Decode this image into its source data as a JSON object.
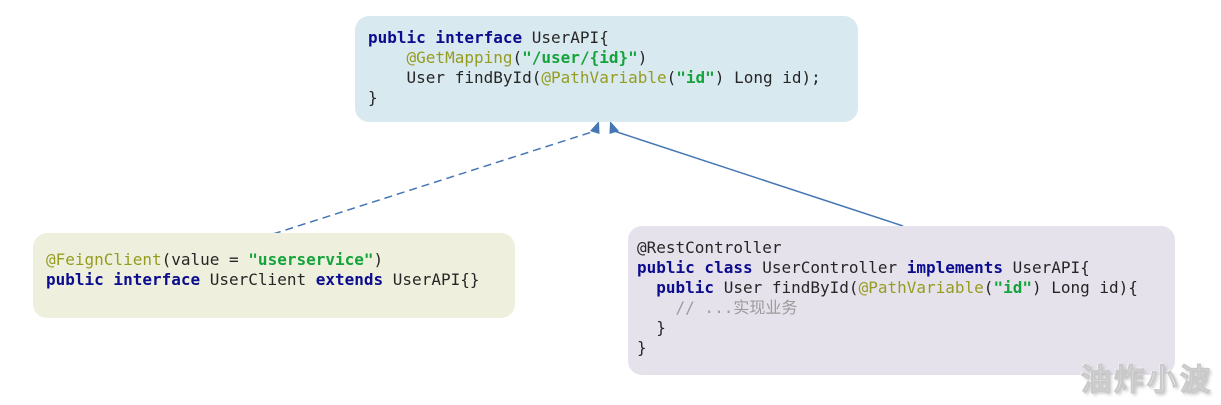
{
  "colors": {
    "api_box_bg": "#d9e9f0",
    "client_box_bg": "#eef0dd",
    "controller_box_bg": "#e6e2ec",
    "keyword": "#0c0c8e",
    "annotation": "#959c20",
    "string": "#15a33c",
    "plain": "#262626",
    "comment": "#9b9b9b",
    "arrow": "#4577b5"
  },
  "boxes": {
    "api": {
      "title": "UserAPI interface",
      "code_text": "public interface UserAPI{\n    @GetMapping(\"/user/{id}\")\n    User findById(@PathVariable(\"id\") Long id);\n}",
      "lines": [
        [
          {
            "s": "kw",
            "t": "public interface"
          },
          {
            "s": "pl",
            "t": " UserAPI{"
          }
        ],
        [
          {
            "s": "pl",
            "t": "    "
          },
          {
            "s": "an",
            "t": "@GetMapping"
          },
          {
            "s": "pl",
            "t": "("
          },
          {
            "s": "st",
            "t": "\"/user/{id}\""
          },
          {
            "s": "pl",
            "t": ")"
          }
        ],
        [
          {
            "s": "pl",
            "t": "    User findById("
          },
          {
            "s": "an",
            "t": "@PathVariable"
          },
          {
            "s": "pl",
            "t": "("
          },
          {
            "s": "st",
            "t": "\"id\""
          },
          {
            "s": "pl",
            "t": ") Long id);"
          }
        ],
        [
          {
            "s": "pl",
            "t": "}"
          }
        ]
      ]
    },
    "client": {
      "title": "UserClient feign interface",
      "code_text": "@FeignClient(value = \"userservice\")\npublic interface UserClient extends UserAPI{}",
      "lines": [
        [
          {
            "s": "an",
            "t": "@FeignClient"
          },
          {
            "s": "pl",
            "t": "(value = "
          },
          {
            "s": "st",
            "t": "\"userservice\""
          },
          {
            "s": "pl",
            "t": ")"
          }
        ],
        [
          {
            "s": "kw",
            "t": "public interface"
          },
          {
            "s": "pl",
            "t": " UserClient "
          },
          {
            "s": "kw",
            "t": "extends"
          },
          {
            "s": "pl",
            "t": " UserAPI{}"
          }
        ]
      ]
    },
    "controller": {
      "title": "UserController class",
      "code_text": "@RestController\npublic class UserController implements UserAPI{\n  public User findById(@PathVariable(\"id\") Long id){\n    // ...实现业务\n  }\n}",
      "lines": [
        [
          {
            "s": "pl",
            "t": "@RestController"
          }
        ],
        [
          {
            "s": "kw",
            "t": "public class"
          },
          {
            "s": "pl",
            "t": " UserController "
          },
          {
            "s": "kw",
            "t": "implements"
          },
          {
            "s": "pl",
            "t": " UserAPI{"
          }
        ],
        [
          {
            "s": "pl",
            "t": "  "
          },
          {
            "s": "kw",
            "t": "public"
          },
          {
            "s": "pl",
            "t": " User findById("
          },
          {
            "s": "an",
            "t": "@PathVariable"
          },
          {
            "s": "pl",
            "t": "("
          },
          {
            "s": "st",
            "t": "\"id\""
          },
          {
            "s": "pl",
            "t": ") Long id){"
          }
        ],
        [
          {
            "s": "cm",
            "t": "    // ...实现业务"
          }
        ],
        [
          {
            "s": "pl",
            "t": "  }"
          }
        ],
        [
          {
            "s": "pl",
            "t": "}"
          }
        ]
      ]
    }
  },
  "relations": [
    {
      "from": "UserClient",
      "to": "UserAPI",
      "kind": "extends",
      "style": "dashed"
    },
    {
      "from": "UserController",
      "to": "UserAPI",
      "kind": "implements",
      "style": "solid"
    }
  ],
  "watermark": {
    "text": "油炸小波"
  }
}
